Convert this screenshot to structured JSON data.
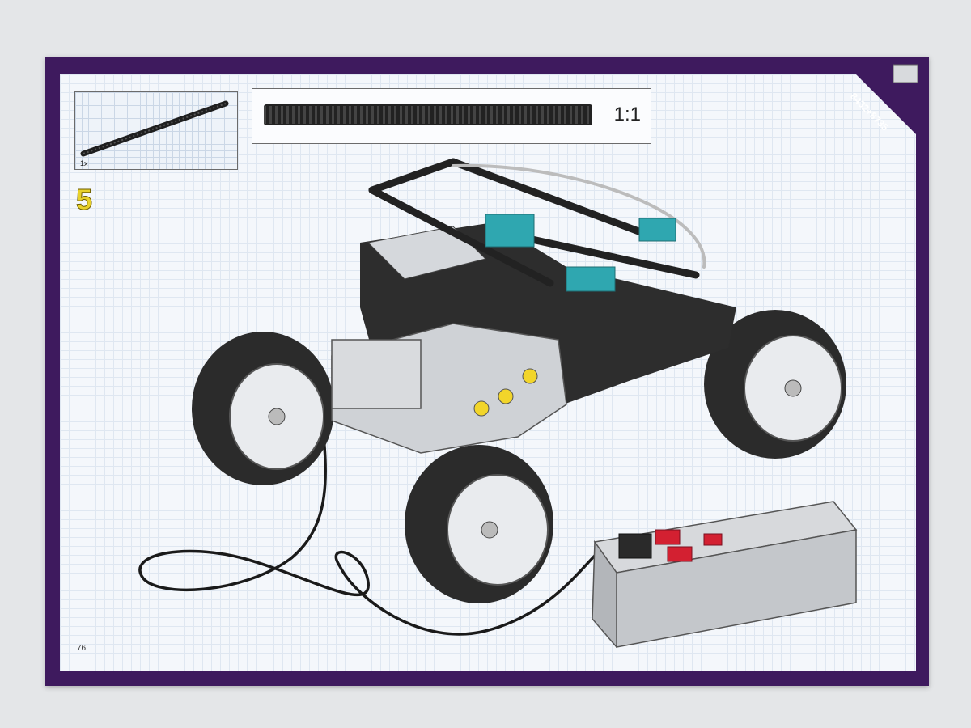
{
  "document": {
    "parts_callout": {
      "quantity": "1x",
      "part": "axle-pin-rod"
    },
    "scale_callout": {
      "label": "1:1"
    },
    "step_number": "5",
    "set_label": "8432+8735",
    "page_number": "76",
    "colors": {
      "border": "#3e1a5e",
      "step_number": "#e8d12a",
      "teal_part": "#2fa7b0",
      "battery_box": "#cfd2d6",
      "switch_red": "#d32031"
    },
    "illustration": "technic-vehicle-with-battery-box"
  }
}
